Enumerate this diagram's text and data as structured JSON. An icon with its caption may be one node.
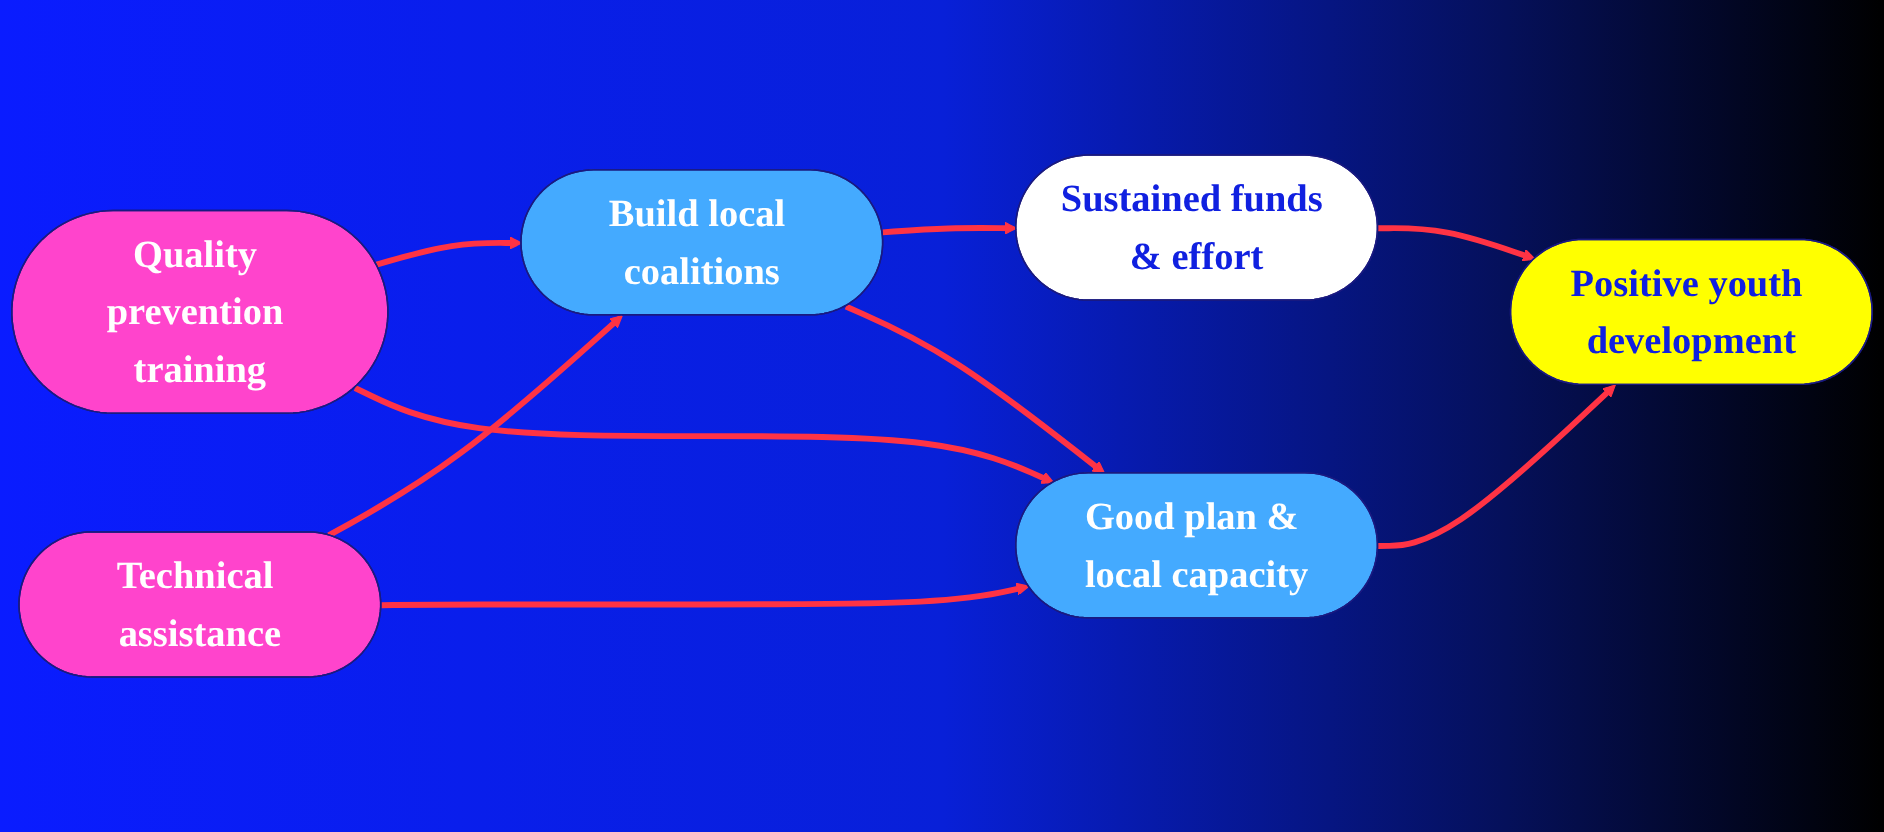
{
  "diagram": {
    "nodes": [
      {
        "text": [
          "Quality prevention training"
        ]
      },
      {
        "text": [
          "Build local coalitions"
        ]
      },
      {
        "text": [
          "Sustained funds & effort"
        ]
      },
      {
        "text": [
          "Technical assistance"
        ]
      },
      {
        "text": [
          "Good plan & local capacity"
        ]
      },
      {
        "text": [
          "Positive youth development"
        ]
      }
    ],
    "edges": [
      {
        "from": 0,
        "to": 1,
        "arrow": "to"
      },
      {
        "from": 1,
        "to": 2,
        "arrow": "to"
      },
      {
        "from": 0,
        "to": 4,
        "arrow": "to"
      },
      {
        "from": 3,
        "to": 1,
        "arrow": "to"
      },
      {
        "from": 1,
        "to": 4,
        "arrow": "to"
      },
      {
        "from": 2,
        "to": 5,
        "arrow": "to"
      },
      {
        "from": 3,
        "to": 4,
        "arrow": "to"
      },
      {
        "from": 4,
        "to": 5,
        "arrow": "to"
      }
    ]
  }
}
